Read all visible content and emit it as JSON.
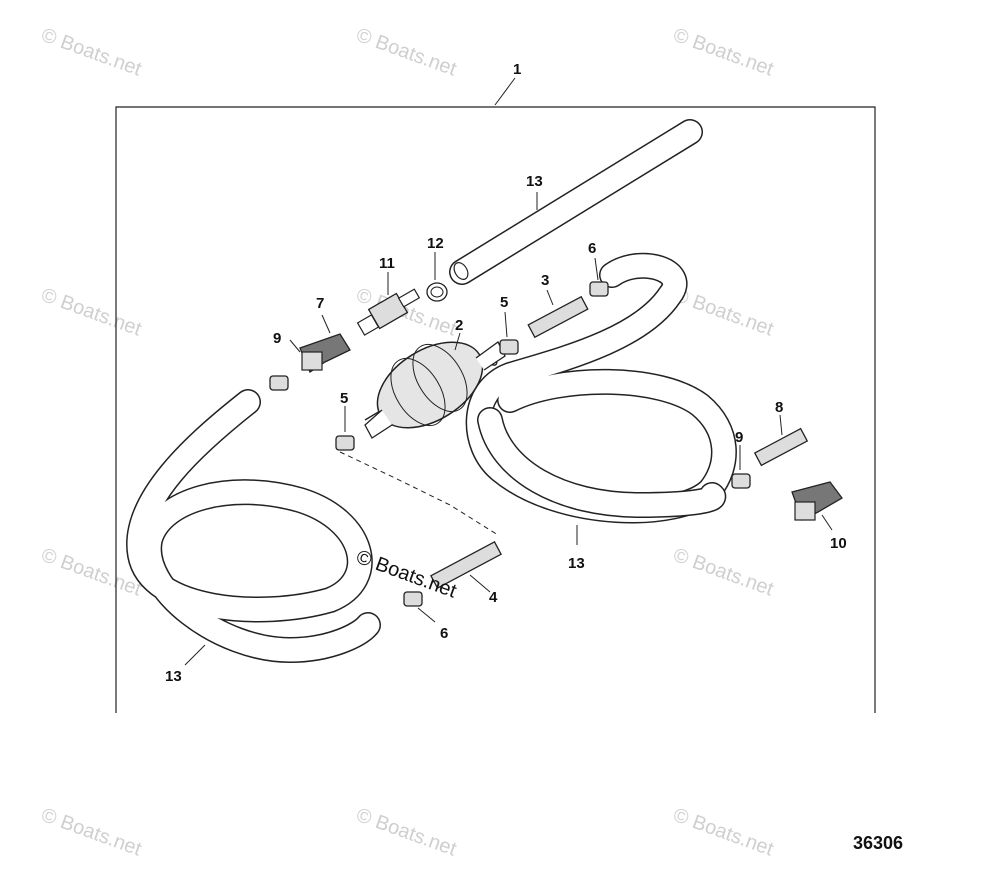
{
  "watermark": "© Boats.net",
  "center_watermark": "© Boats.net",
  "figure_number": "36306",
  "callouts": {
    "c1": "1",
    "c2": "2",
    "c3": "3",
    "c4": "4",
    "c5a": "5",
    "c5b": "5",
    "c6a": "6",
    "c6b": "6",
    "c7": "7",
    "c8": "8",
    "c9a": "9",
    "c9b": "9",
    "c10": "10",
    "c11": "11",
    "c12": "12",
    "c13a": "13",
    "c13b": "13",
    "c13c": "13"
  },
  "parts": {
    "primer_bulb": "primer-bulb",
    "fuel_hose": "fuel-hose",
    "connectors": "connector",
    "clamps": "hose-clamp"
  }
}
